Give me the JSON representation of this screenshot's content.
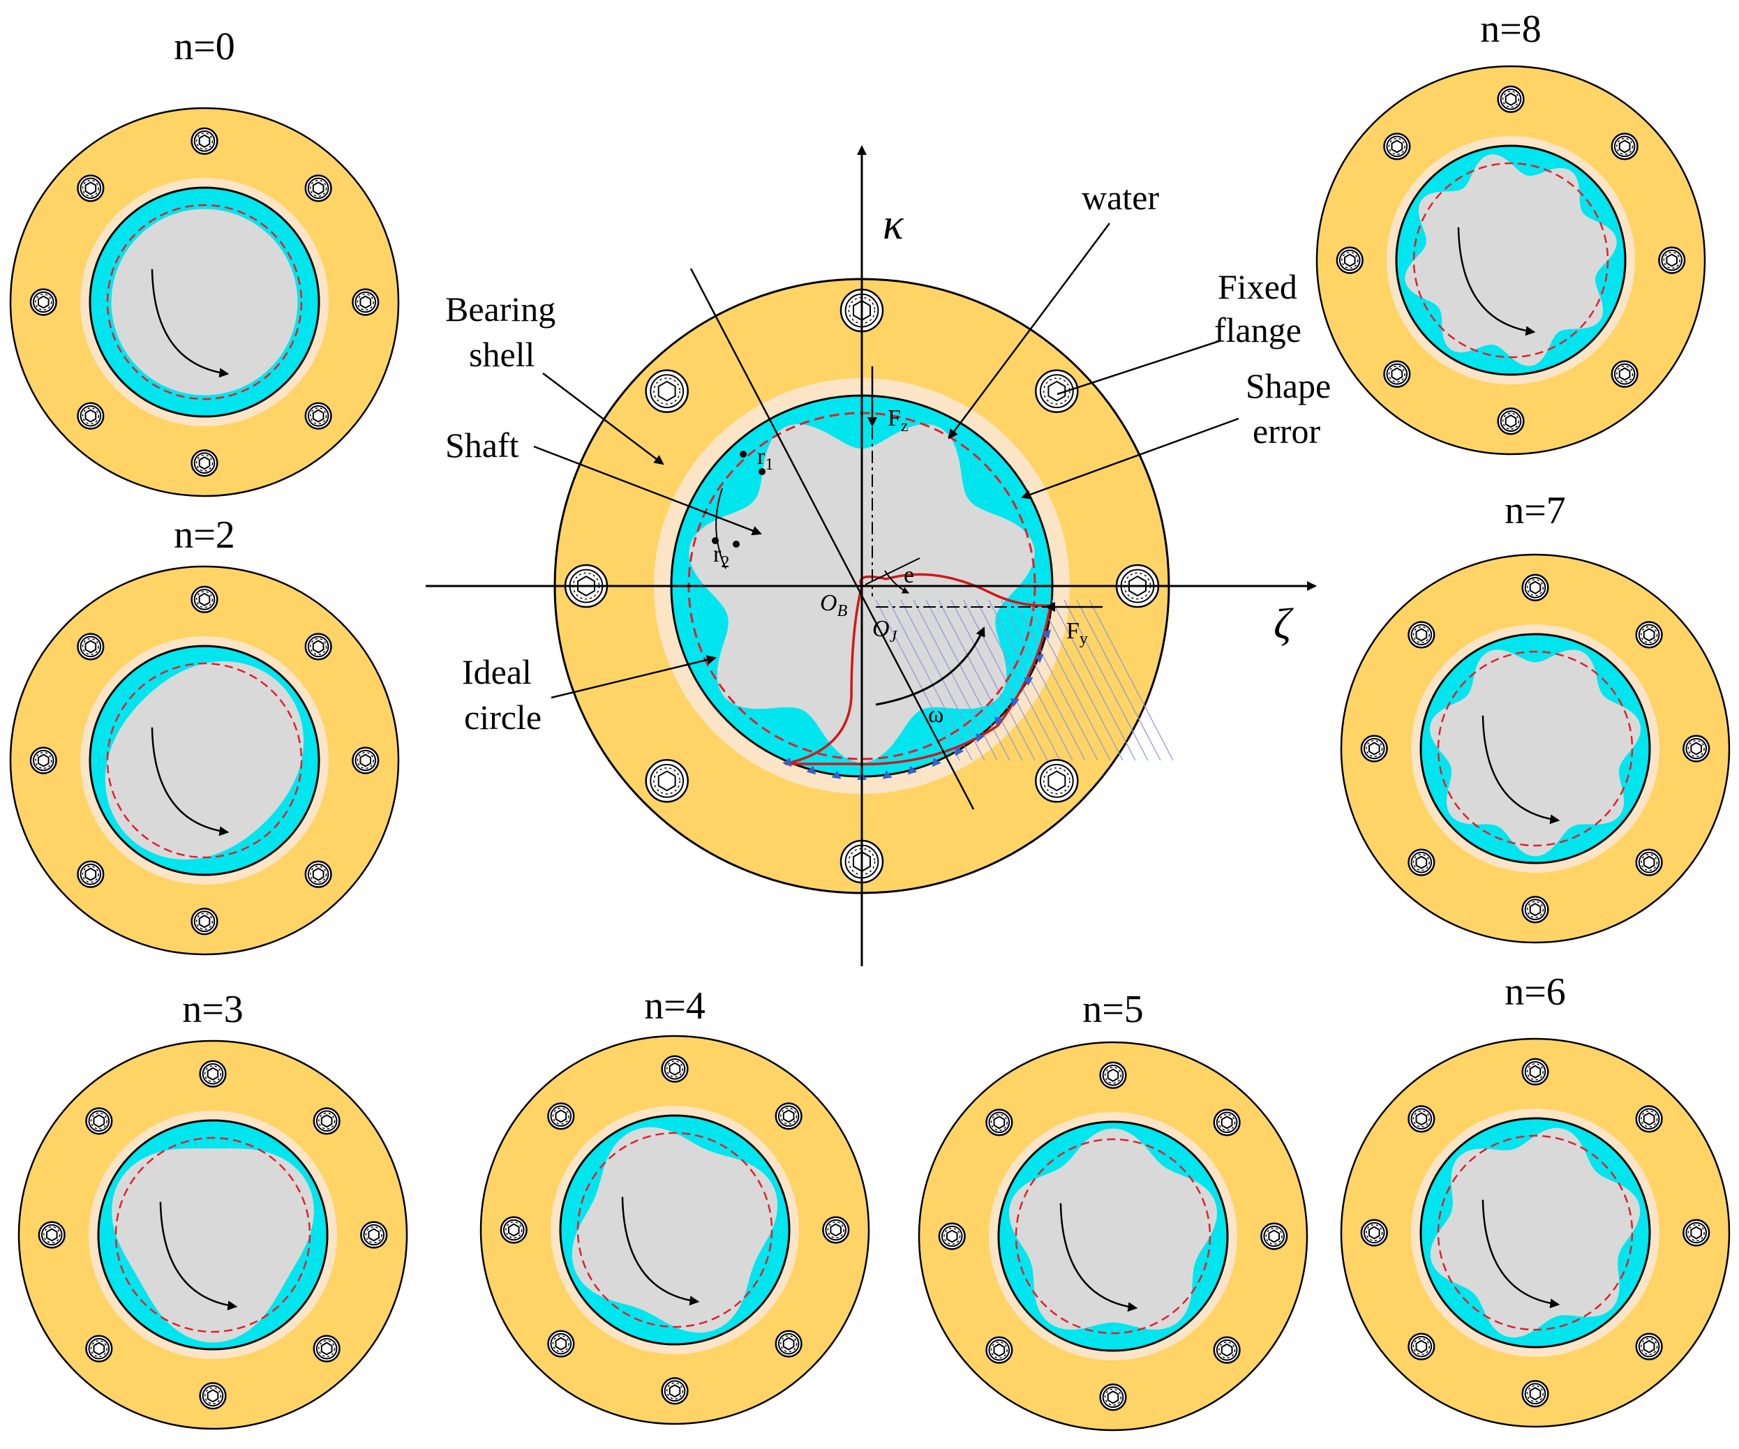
{
  "figure": {
    "colors": {
      "flange": "#FFD466",
      "ring": "#FCE4C6",
      "water": "#00E5EE",
      "shaft": "#D9D9D9",
      "ideal_circle": "#E0202A",
      "pressure_curve": "#D01818",
      "pressure_arrows": "#3A60C0",
      "hatch": "#8E9BD8",
      "outline": "#000000"
    },
    "central": {
      "axis_vertical": "κ",
      "axis_horizontal": "ζ",
      "labels": {
        "water": "water",
        "fixed_flange_1": "Fixed",
        "fixed_flange_2": "flange",
        "shape_error_1": "Shape",
        "shape_error_2": "error",
        "bearing_shell_1": "Bearing",
        "bearing_shell_2": "shell",
        "shaft": "Shaft",
        "ideal_circle_1": "Ideal",
        "ideal_circle_2": "circle",
        "Fz": "F",
        "Fz_sub": "z",
        "Fy": "F",
        "Fy_sub": "y",
        "r1": "r",
        "r1_sub": "1",
        "r2": "r",
        "r2_sub": "2",
        "OB": "O",
        "OB_sub": "B",
        "OJ": "O",
        "OJ_sub": "J",
        "e": "e",
        "omega": "ω"
      }
    },
    "panels": [
      {
        "label": "n=0",
        "n": 0
      },
      {
        "label": "n=2",
        "n": 2
      },
      {
        "label": "n=3",
        "n": 3
      },
      {
        "label": "n=4",
        "n": 4
      },
      {
        "label": "n=5",
        "n": 5
      },
      {
        "label": "n=6",
        "n": 6
      },
      {
        "label": "n=7",
        "n": 7
      },
      {
        "label": "n=8",
        "n": 8
      }
    ]
  }
}
